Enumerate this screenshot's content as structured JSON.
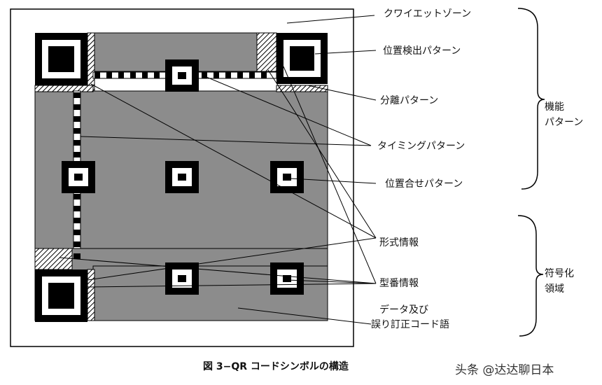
{
  "labels": {
    "quiet_zone": "クワイエットゾーン",
    "finder_pattern": "位置検出パターン",
    "separator": "分離パターン",
    "timing_pattern": "タイミングパターン",
    "alignment_pattern": "位置合せパターン",
    "format_info": "形式情報",
    "version_info": "型番情報",
    "data_line1": "データ及び",
    "data_line2": "誤り訂正コード語"
  },
  "groups": {
    "function_line1": "機能",
    "function_line2": "パターン",
    "encoding_line1": "符号化",
    "encoding_line2": "領域"
  },
  "caption": "図 3−QR コードシンボルの構造",
  "watermark": "头条 @达达聊日本",
  "colors": {
    "data_region": "#8c8c8c",
    "module": "#000000",
    "background": "#ffffff"
  }
}
